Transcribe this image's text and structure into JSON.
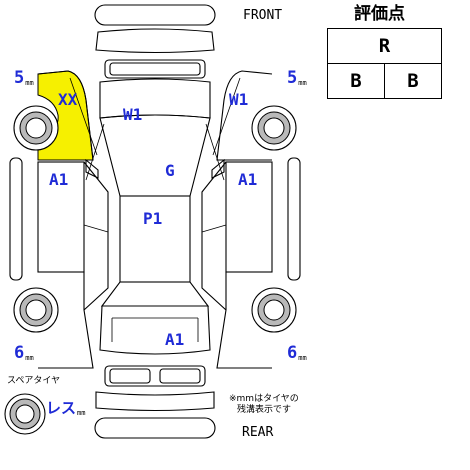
{
  "header": {
    "front": "FRONT",
    "rear": "REAR"
  },
  "evaluation": {
    "title": "評価点",
    "overall": "R",
    "exterior": "B",
    "interior": "B"
  },
  "tread_depth": {
    "front_left": "5",
    "front_right": "5",
    "rear_left": "6",
    "rear_right": "6",
    "unit": "mm",
    "spare_label": "スペアタイヤ",
    "spare_value": "レス",
    "note_line1": "※mmはタイヤの",
    "note_line2": "残溝表示です"
  },
  "damage_marks": {
    "front_left_fender": "XX",
    "windshield_left": "W1",
    "windshield_right": "W1",
    "left_door": "A1",
    "right_door": "A1",
    "hood_center": "G",
    "roof": "P1",
    "rear_lower": "A1"
  },
  "colors": {
    "marker_text": "#1f2bd6",
    "highlight_panel": "#f6f000"
  }
}
